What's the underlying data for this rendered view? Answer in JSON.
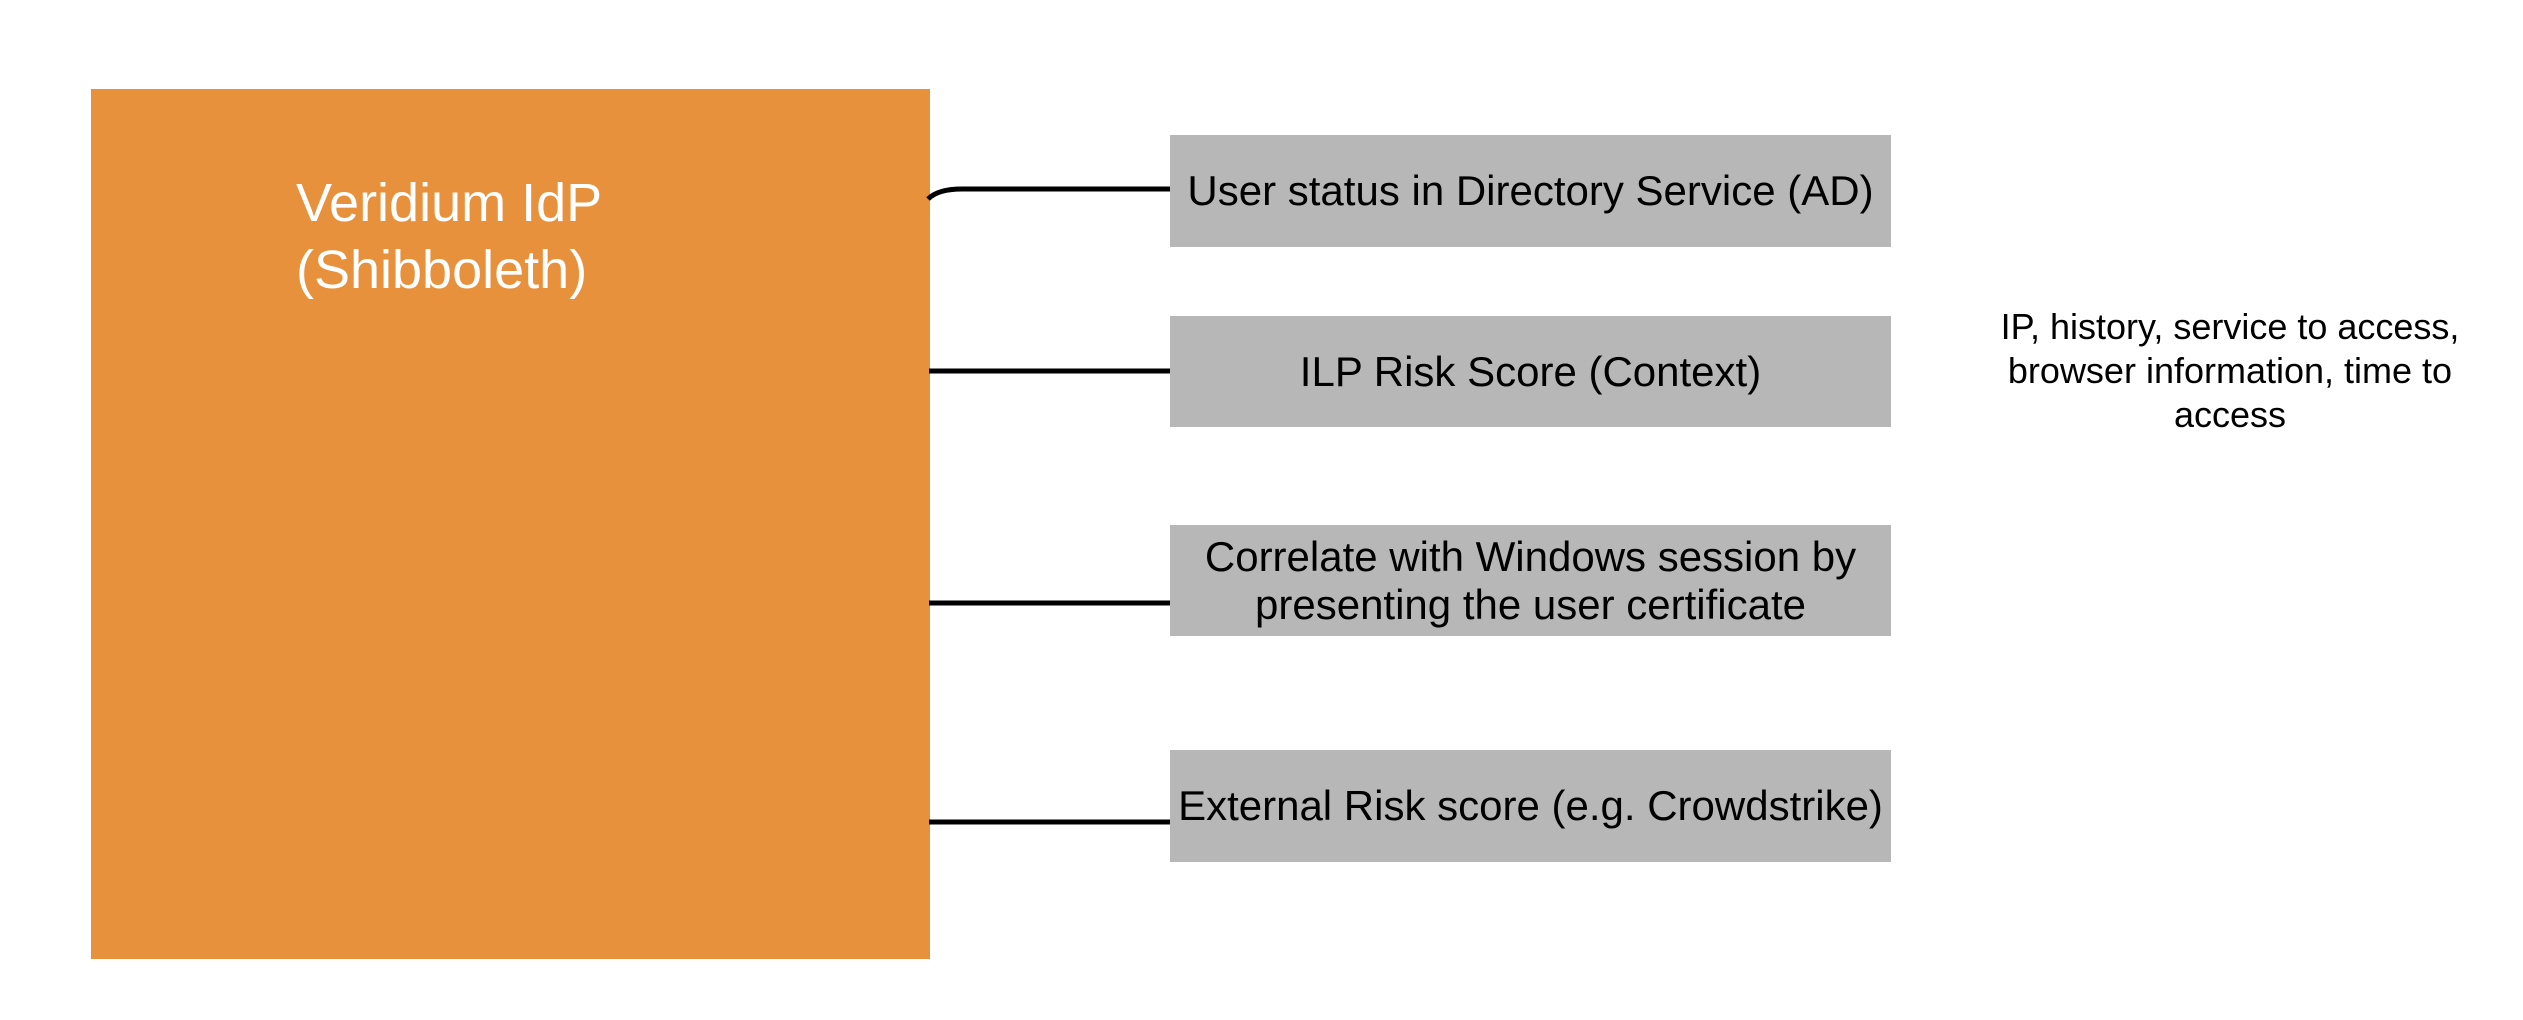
{
  "diagram": {
    "idp_box": {
      "label_lines": [
        "Veridium IdP",
        "(Shibboleth)"
      ],
      "fill_color": "#e8913c",
      "text_color": "#ffffff"
    },
    "sources": [
      {
        "label": "User status in Directory Service (AD)"
      },
      {
        "label": "ILP Risk Score (Context)"
      },
      {
        "label": "Correlate with Windows session by presenting the user certificate"
      },
      {
        "label": "External Risk score (e.g. Crowdstrike)"
      }
    ],
    "source_box_fill_color": "#b7b7b7",
    "source_text_color": "#000000",
    "connector_color": "#000000",
    "annotation": {
      "text": "IP, history, service to access, browser information, time to access"
    }
  }
}
